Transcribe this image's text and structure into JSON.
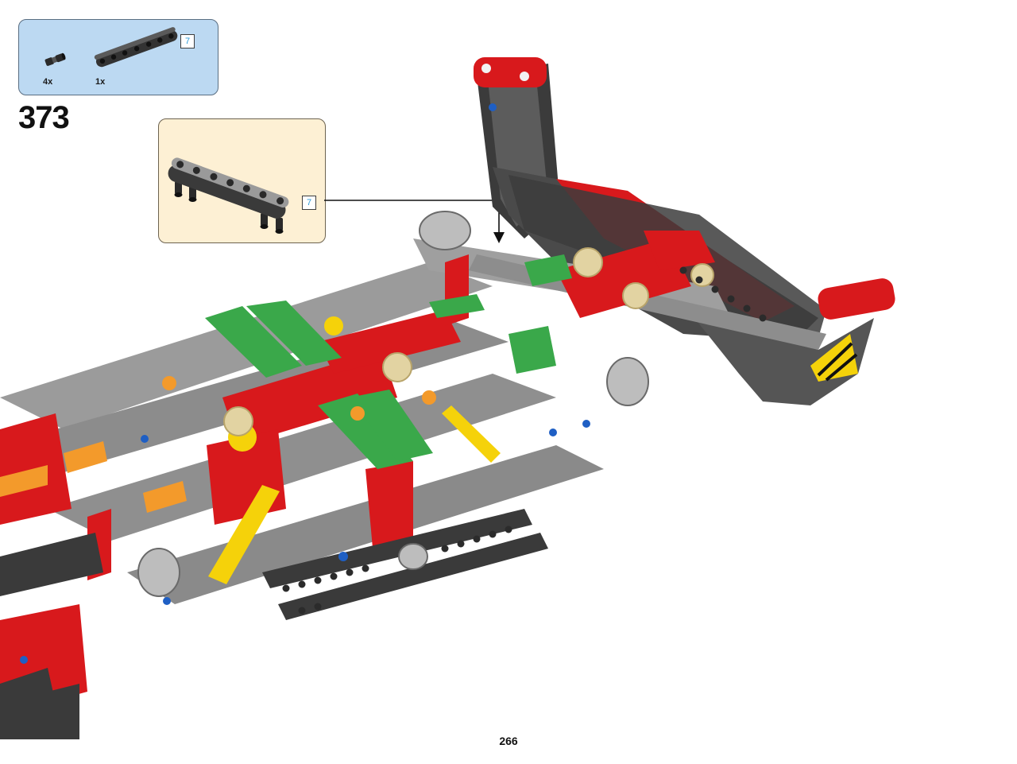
{
  "parts_list": {
    "items": [
      {
        "quantity": "4x",
        "icon": "friction-pin-icon"
      },
      {
        "quantity": "1x",
        "icon": "technic-beam-7-icon",
        "length_badge": "7"
      }
    ]
  },
  "step": {
    "number": "373"
  },
  "callout": {
    "length_badge": "7",
    "icon": "beam-with-pins-assembly-icon"
  },
  "page": {
    "number": "266"
  },
  "colors": {
    "parts_box_bg": "#bcd9f2",
    "callout_bg": "#fdf0d4",
    "beam_dark": "#3a3a3a",
    "red": "#d8191c",
    "green": "#3aa84a",
    "yellow": "#f5d20a",
    "light_gray": "#a6a6a6",
    "badge_text": "#2a9ad8"
  }
}
